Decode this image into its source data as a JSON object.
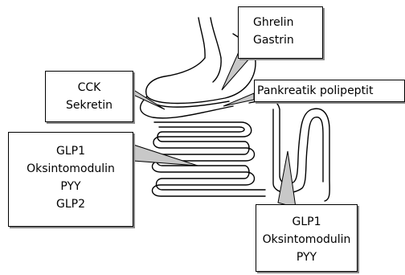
{
  "labels": {
    "ghrelin_box": [
      "Ghrelin",
      "Gastrin"
    ],
    "cck_box": [
      "CCK",
      "Sekretin"
    ],
    "pankreatik_box": [
      "Pankreatik polipeptit"
    ],
    "small_intestine_box": [
      "GLP1",
      "Oksintomodulin",
      "PYY",
      "GLP2"
    ],
    "colon_box": [
      "GLP1",
      "Oksintomodulin",
      "PYY"
    ]
  },
  "colors": {
    "outline": "#000000",
    "pointer_fill": "#c8c8c8",
    "box_shadow": "#8a8a8a"
  }
}
